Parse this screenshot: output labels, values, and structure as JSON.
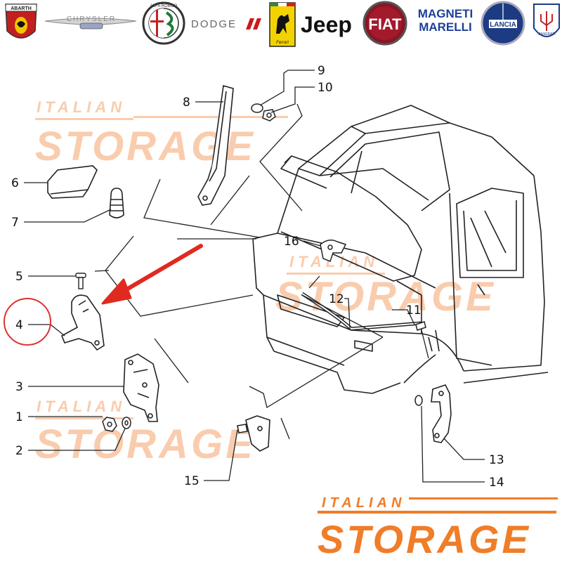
{
  "brands": [
    {
      "name": "ABARTH"
    },
    {
      "name": "CHRYSLER"
    },
    {
      "name": "ALFA ROMEO"
    },
    {
      "name": "DODGE"
    },
    {
      "name": "Ferrari"
    },
    {
      "name": "Jeep"
    },
    {
      "name": "FIAT"
    },
    {
      "name": "MAGNETI MARELLI"
    },
    {
      "name": "LANCIA"
    },
    {
      "name": "MASERATI"
    }
  ],
  "watermark": {
    "line1": "ITALIAN",
    "line2": "STORAGE",
    "color": "#f5a36b"
  },
  "logo": {
    "line1": "ITALIAN",
    "line2": "STORAGE",
    "color": "#f07d28"
  },
  "callouts": [
    "1",
    "2",
    "3",
    "4",
    "5",
    "6",
    "7",
    "8",
    "9",
    "10",
    "11",
    "12",
    "13",
    "14",
    "15",
    "16"
  ],
  "highlight": {
    "part": "4",
    "color": "#e03030"
  },
  "colors": {
    "line": "#222222",
    "arrow": "#e02a20"
  }
}
